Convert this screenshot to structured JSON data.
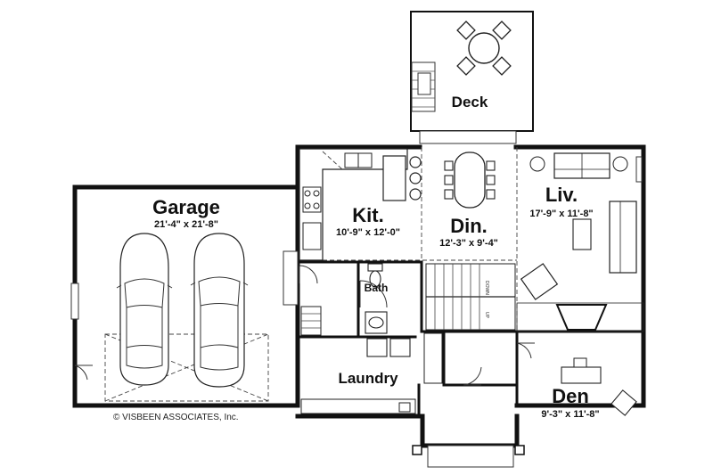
{
  "rooms": {
    "deck": {
      "name": "Deck",
      "dims": ""
    },
    "garage": {
      "name": "Garage",
      "dims": "21'-4\" x 21'-8\""
    },
    "kitchen": {
      "name": "Kit.",
      "dims": "10'-9\" x 12'-0\""
    },
    "dining": {
      "name": "Din.",
      "dims": "12'-3\" x 9'-4\""
    },
    "living": {
      "name": "Liv.",
      "dims": "17'-9\" x 11'-8\""
    },
    "bath": {
      "name": "Bath",
      "dims": ""
    },
    "laundry": {
      "name": "Laundry",
      "dims": ""
    },
    "den": {
      "name": "Den",
      "dims": "9'-3\" x 11'-8\""
    }
  },
  "stair_labels": {
    "down": "DOWN",
    "up": "UP"
  },
  "copyright": "© VISBEEN ASSOCIATES, Inc."
}
